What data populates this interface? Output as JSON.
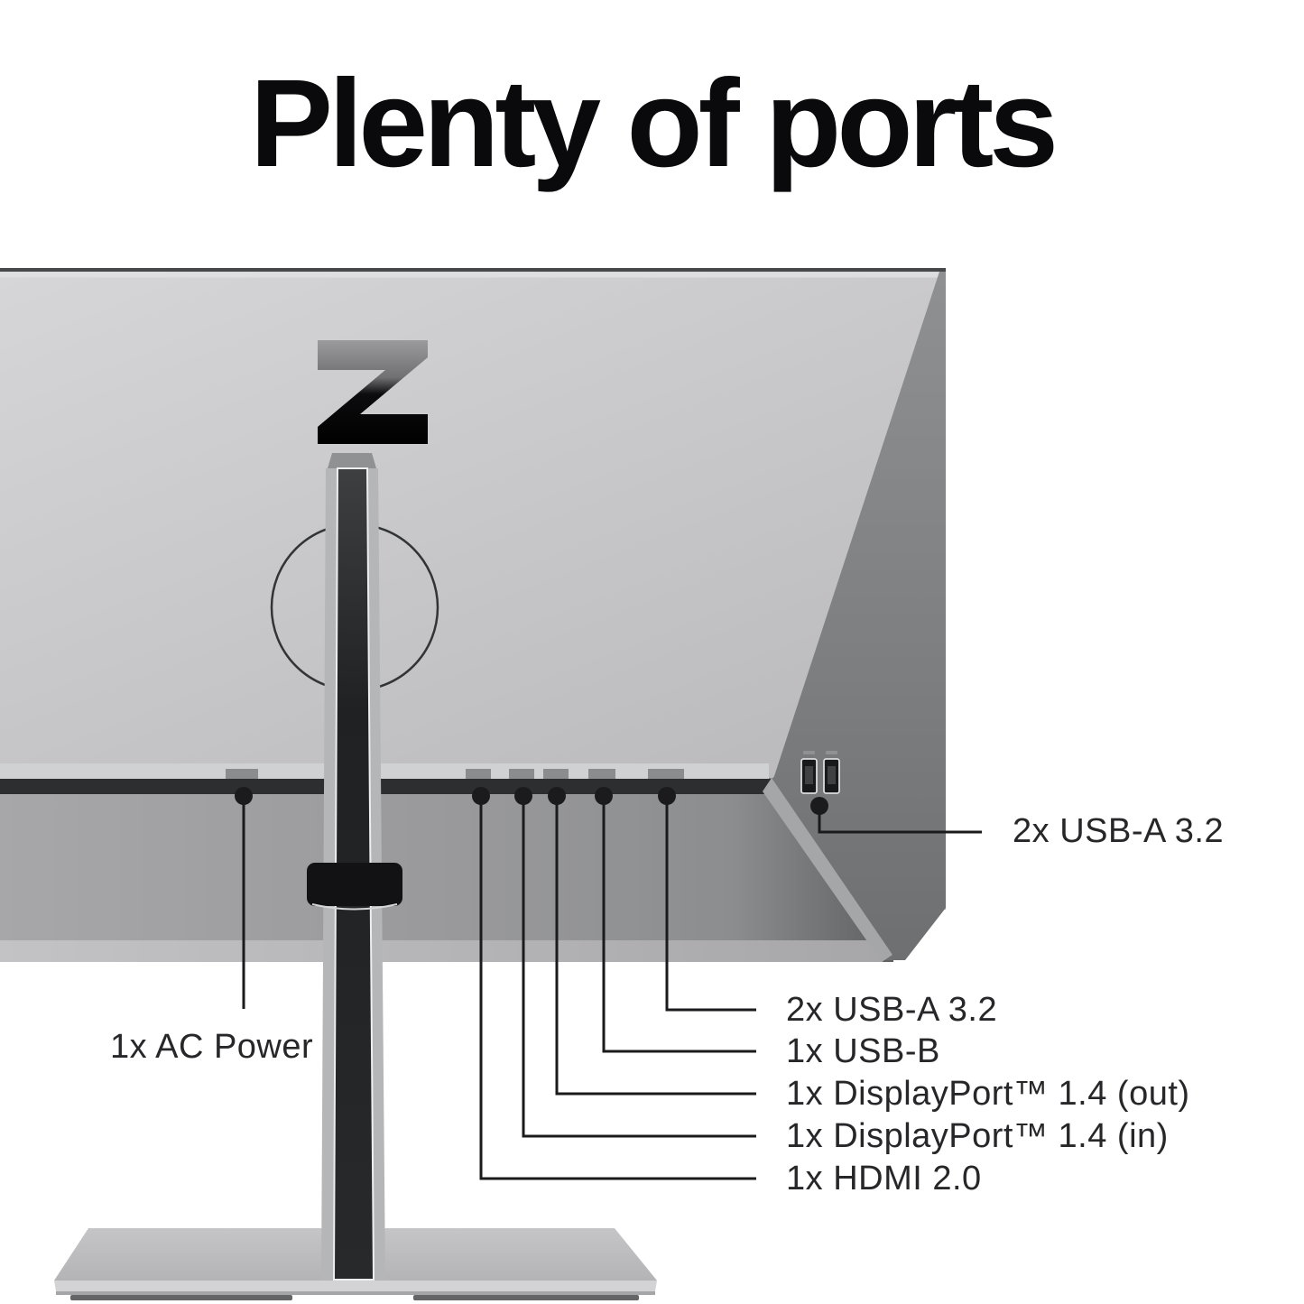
{
  "page": {
    "title": "Plenty of ports",
    "background_color": "#ffffff"
  },
  "monitor": {
    "logo_letter": "Z",
    "panel_color": "#cfcfd1",
    "dark_panel_color": "#76787a",
    "recess_color": "#98989a",
    "callout_ink_color": "#1b1b1d",
    "side_usb_port_count": 2
  },
  "callouts": {
    "side_usb": {
      "label": "2x USB-A 3.2"
    },
    "ac_power": {
      "label": "1x AC Power"
    },
    "rear_usb_a": {
      "label": "2x USB-A 3.2"
    },
    "usb_b": {
      "label": "1x USB-B"
    },
    "dp_out": {
      "label": "1x DisplayPort™ 1.4 (out)"
    },
    "dp_in": {
      "label": "1x DisplayPort™ 1.4 (in)"
    },
    "hdmi": {
      "label": "1x HDMI 2.0"
    }
  }
}
